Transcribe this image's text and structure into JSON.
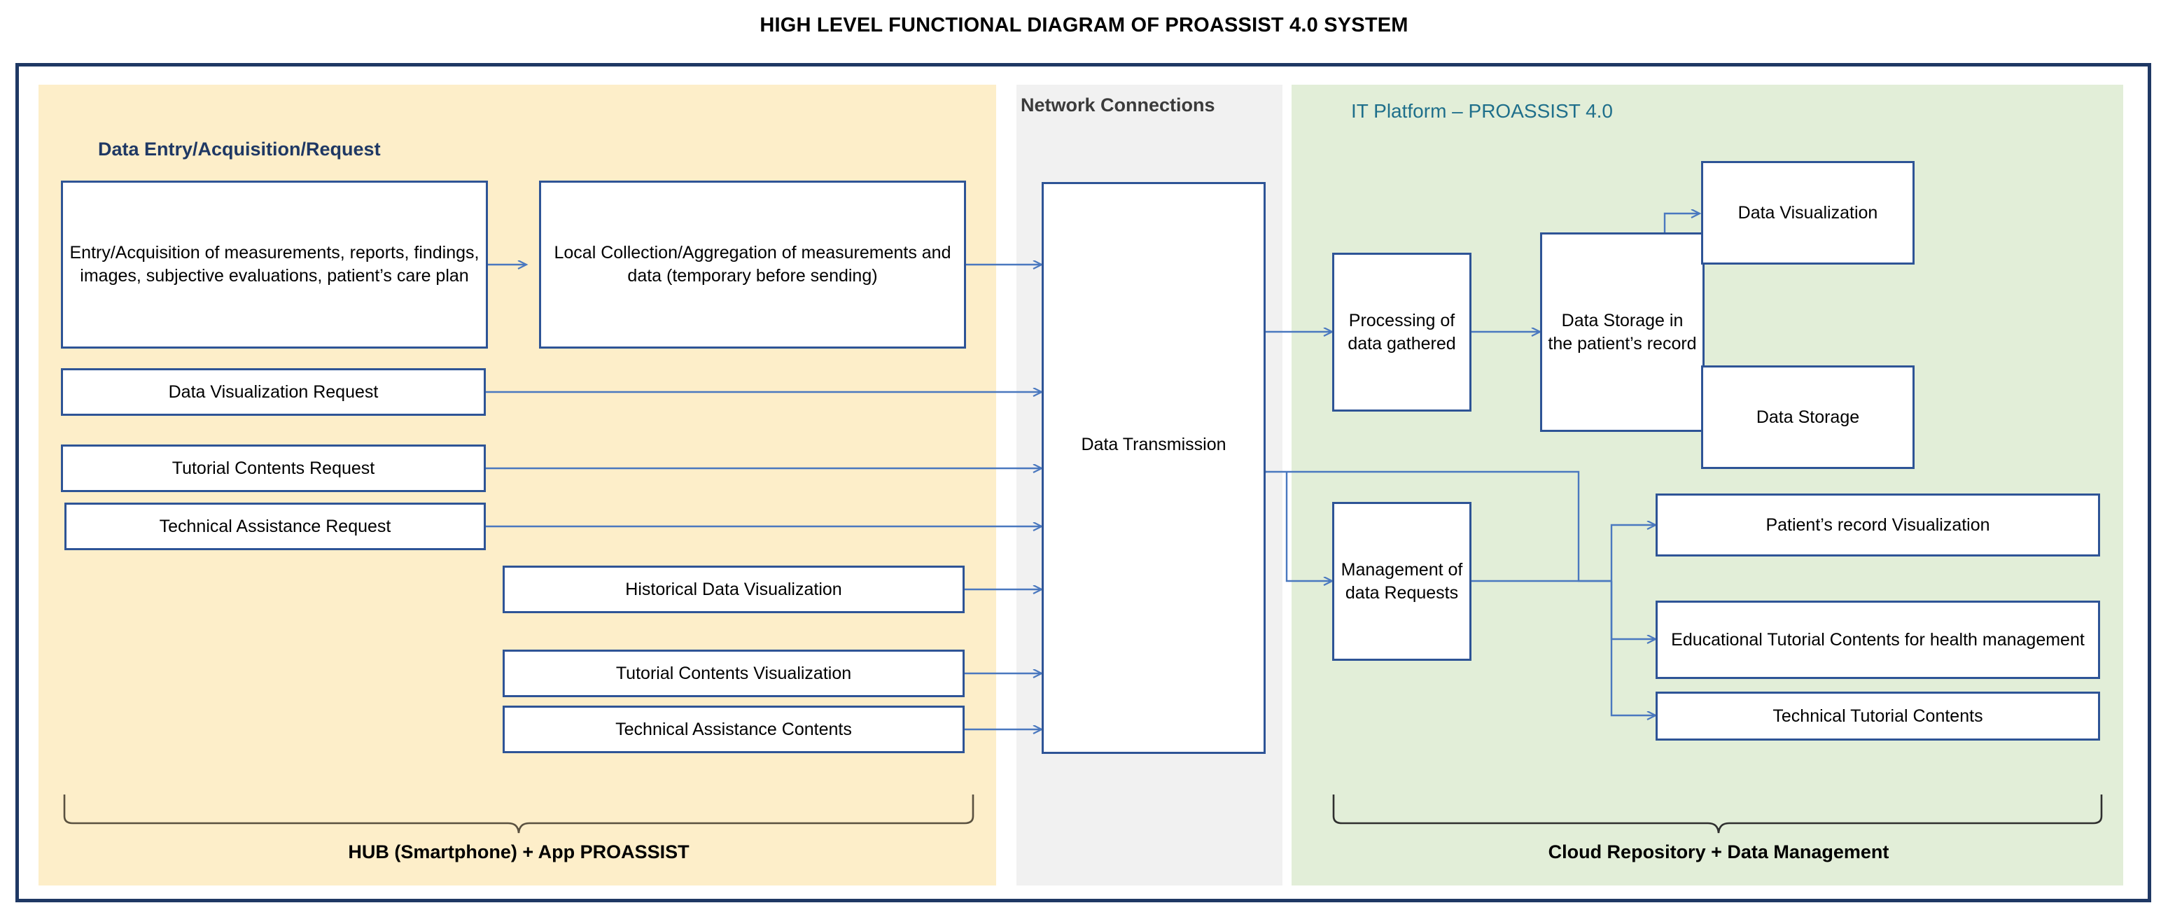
{
  "title": "HIGH LEVEL FUNCTIONAL DIAGRAM OF PROASSIST 4.0 SYSTEM",
  "colors": {
    "frame_border": "#1f3864",
    "panel_left_bg": "#fdeec9",
    "panel_mid_bg": "#f1f1f1",
    "panel_right_bg": "#e2eed8",
    "node_border": "#2e5496",
    "arrow": "#4a78bf",
    "title_left": "#1f3864",
    "title_mid": "#3b3b3b",
    "title_right": "#1f6f8b"
  },
  "panels": {
    "left": {
      "heading": "Data Entry/Acquisition/Request",
      "brace_label": "HUB (Smartphone) + App PROASSIST",
      "nodes": [
        {
          "id": "entry-acquisition",
          "label": "Entry/Acquisition of measurements, reports, findings, images, subjective evaluations, patient’s care plan"
        },
        {
          "id": "local-collection",
          "label": "Local Collection/Aggregation of measurements and data (temporary before sending)"
        },
        {
          "id": "data-visualization-request",
          "label": "Data Visualization Request"
        },
        {
          "id": "tutorial-contents-request",
          "label": "Tutorial Contents Request"
        },
        {
          "id": "technical-assistance-request",
          "label": "Technical Assistance Request"
        },
        {
          "id": "historical-data-visualization",
          "label": "Historical Data Visualization"
        },
        {
          "id": "tutorial-contents-visualization",
          "label": "Tutorial Contents Visualization"
        },
        {
          "id": "technical-assistance-contents",
          "label": "Technical Assistance Contents"
        }
      ]
    },
    "middle": {
      "heading": "Network Connections",
      "nodes": [
        {
          "id": "data-transmission",
          "label": "Data Transmission"
        }
      ]
    },
    "right": {
      "heading": "IT Platform – PROASSIST 4.0",
      "brace_label": "Cloud Repository +  Data Management",
      "nodes": [
        {
          "id": "processing-of-data-gathered",
          "label": "Processing of data gathered"
        },
        {
          "id": "data-storage-patient-record",
          "label": "Data Storage  in the patient’s record"
        },
        {
          "id": "data-visualization",
          "label": "Data Visualization"
        },
        {
          "id": "data-storage",
          "label": "Data Storage"
        },
        {
          "id": "management-of-data-requests",
          "label": "Management of data Requests"
        },
        {
          "id": "patients-record-visualization",
          "label": "Patient’s record Visualization"
        },
        {
          "id": "educational-tutorial-contents",
          "label": "Educational Tutorial Contents for health  management"
        },
        {
          "id": "technical-tutorial-contents",
          "label": "Technical Tutorial Contents"
        }
      ]
    }
  },
  "connections": [
    {
      "from": "entry-acquisition",
      "to": "local-collection"
    },
    {
      "from": "local-collection",
      "to": "data-transmission"
    },
    {
      "from": "data-visualization-request",
      "to": "data-transmission"
    },
    {
      "from": "tutorial-contents-request",
      "to": "data-transmission"
    },
    {
      "from": "technical-assistance-request",
      "to": "data-transmission"
    },
    {
      "from": "historical-data-visualization",
      "to": "data-transmission"
    },
    {
      "from": "tutorial-contents-visualization",
      "to": "data-transmission"
    },
    {
      "from": "technical-assistance-contents",
      "to": "data-transmission"
    },
    {
      "from": "data-transmission",
      "to": "processing-of-data-gathered"
    },
    {
      "from": "processing-of-data-gathered",
      "to": "data-storage-patient-record"
    },
    {
      "from": "data-storage-patient-record",
      "to": "data-visualization"
    },
    {
      "from": "data-storage-patient-record",
      "to": "data-storage"
    },
    {
      "from": "data-transmission",
      "to": "management-of-data-requests"
    },
    {
      "from": "management-of-data-requests",
      "to": "patients-record-visualization"
    },
    {
      "from": "management-of-data-requests",
      "to": "educational-tutorial-contents"
    },
    {
      "from": "management-of-data-requests",
      "to": "technical-tutorial-contents"
    },
    {
      "from": "patients-record-visualization",
      "to": "data-transmission"
    }
  ]
}
